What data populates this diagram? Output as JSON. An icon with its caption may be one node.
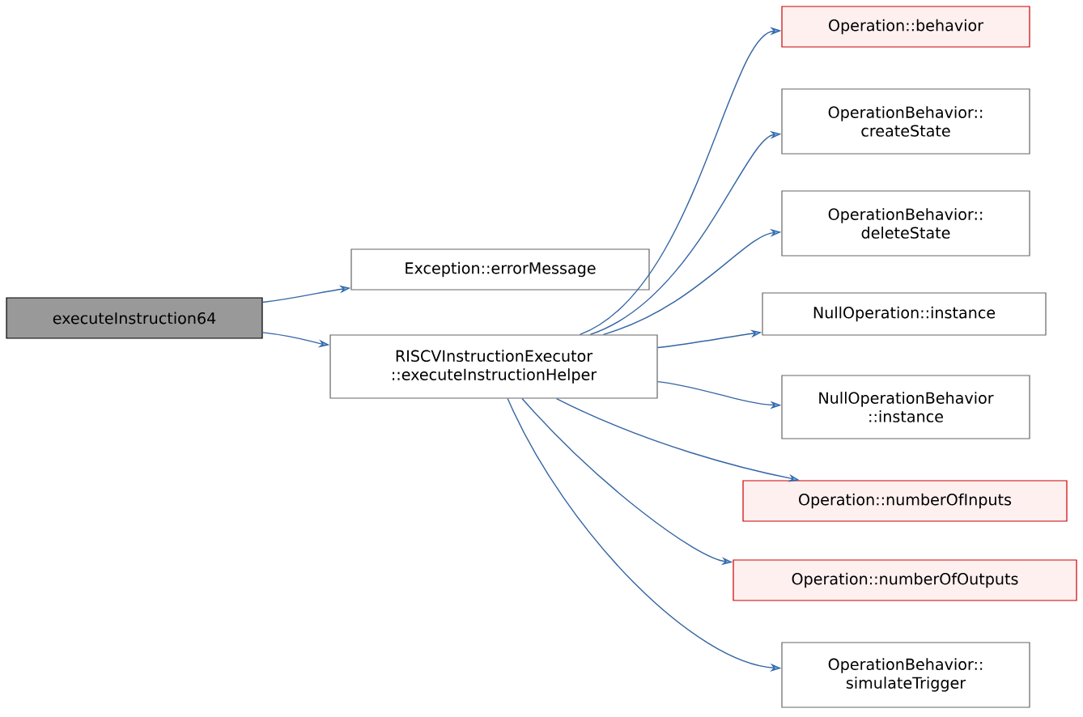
{
  "diagram": {
    "nodes": [
      {
        "text": [
          "executeInstruction64"
        ]
      },
      {
        "text": [
          "Exception::errorMessage"
        ]
      },
      {
        "text": [
          "RISCVInstructionExecutor ::executeInstructionHelper"
        ]
      },
      {
        "text": [
          "Operation::behavior"
        ]
      },
      {
        "text": [
          "OperationBehavior:: createState"
        ]
      },
      {
        "text": [
          "OperationBehavior:: deleteState"
        ]
      },
      {
        "text": [
          "NullOperation::instance"
        ]
      },
      {
        "text": [
          "NullOperationBehavior ::instance"
        ]
      },
      {
        "text": [
          "Operation::numberOfInputs"
        ]
      },
      {
        "text": [
          "Operation::numberOfOutputs"
        ]
      },
      {
        "text": [
          "OperationBehavior:: simulateTrigger"
        ]
      }
    ],
    "edges": [
      {
        "from": 0,
        "to": 1,
        "arrow": "to"
      },
      {
        "from": 0,
        "to": 2,
        "arrow": "to"
      },
      {
        "from": 2,
        "to": 3,
        "arrow": "to"
      },
      {
        "from": 2,
        "to": 4,
        "arrow": "to"
      },
      {
        "from": 2,
        "to": 5,
        "arrow": "to"
      },
      {
        "from": 2,
        "to": 6,
        "arrow": "to"
      },
      {
        "from": 2,
        "to": 7,
        "arrow": "to"
      },
      {
        "from": 2,
        "to": 8,
        "arrow": "to"
      },
      {
        "from": 2,
        "to": 9,
        "arrow": "to"
      },
      {
        "from": 2,
        "to": 10,
        "arrow": "to"
      }
    ]
  }
}
